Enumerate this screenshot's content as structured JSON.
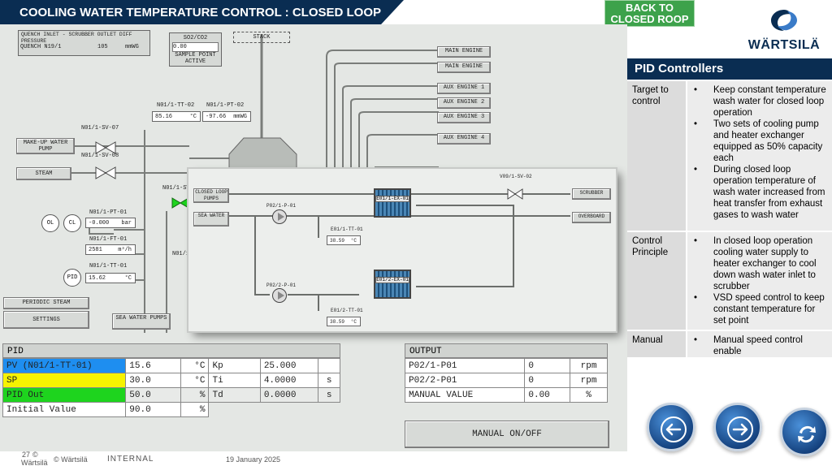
{
  "header": {
    "title": "COOLING WATER TEMPERATURE CONTROL : CLOSED LOOP",
    "back_label": "BACK TO CLOSED ROOP",
    "logo": "WÄRTSILÄ"
  },
  "hmi": {
    "quench_title": "QUENCH INLET - SCRUBBER OUTLET DIFF PRESSURE",
    "quench_tag": "QUENCH N19/1",
    "quench_value": "105",
    "quench_unit": "mmWG",
    "so2_label": "SO2/CO2",
    "so2_value": "0.00",
    "sample_point": "SAMPLE POINT ACTIVE",
    "stack": "STACK",
    "main_engine_1": "MAIN ENGINE",
    "main_engine_2": "MAIN ENGINE",
    "aux_engine_1": "AUX ENGINE 1",
    "aux_engine_2": "AUX ENGINE 2",
    "aux_engine_3": "AUX ENGINE 3",
    "aux_engine_4": "AUX ENGINE 4",
    "tt02_tag": "N01/1-TT-02",
    "tt02_value": "85.16",
    "tt02_unit": "°C",
    "pt02_tag": "N01/1-PT-02",
    "pt02_value": "-97.66",
    "pt02_unit": "mmWG",
    "sv07": "N01/1-SV-07",
    "sv08": "N01/1-SV-08",
    "makeup_pump": "MAKE-UP WATER PUMP",
    "steam": "STEAM",
    "sv_short": "N01/1-SV",
    "ol": "OL",
    "cl": "CL",
    "pt01_tag": "N01/1-PT-01",
    "pt01_value": "-0.000",
    "pt01_unit": "bar",
    "ft01_tag": "N01/1-FT-01",
    "ft01_value": "2581",
    "ft01_unit": "m³/h",
    "tt01_tag": "N01/1-TT-01",
    "tt01_value": "15.62",
    "tt01_unit": "°C",
    "pid_btn": "PID",
    "n01": "N01/1",
    "periodic_steam": "PERIODIC STEAM",
    "settings": "SETTINGS",
    "sea_water_pumps": "SEA WATER PUMPS"
  },
  "popup": {
    "closed_loop_pumps": "CLOSED LOOP PUMPS",
    "sea_water": "SEA WATER",
    "p01": "P02/1-P-01",
    "p02": "P02/2-P-01",
    "ex1": "E01/1-EX-01",
    "ex2": "E01/2-EX-01",
    "tt1_tag": "E01/1-TT-01",
    "tt1_value": "38.59",
    "tt1_unit": "°C",
    "tt2_tag": "E01/2-TT-01",
    "tt2_value": "38.59",
    "tt2_unit": "°C",
    "sv02": "V09/1-SV-02",
    "scrubber": "SCRUBBER",
    "overboard": "OVERBOARD"
  },
  "pid": {
    "title": "PID",
    "pv_label": "PV (N01/1-TT-01)",
    "pv_value": "15.6",
    "pv_unit": "°C",
    "sp_label": "SP",
    "sp_value": "30.0",
    "sp_unit": "°C",
    "out_label": "PID Out",
    "out_value": "50.0",
    "out_unit": "%",
    "init_label": "Initial Value",
    "init_value": "90.0",
    "init_unit": "%",
    "kp_label": "Kp",
    "kp_value": "25.000",
    "ti_label": "Ti",
    "ti_value": "4.0000",
    "ti_unit": "s",
    "td_label": "Td",
    "td_value": "0.0000",
    "td_unit": "s",
    "colors": {
      "pv": "#1e8ef0",
      "sp": "#f7f300",
      "out": "#1ed41e"
    }
  },
  "output": {
    "title": "OUTPUT",
    "p1_label": "P02/1-P01",
    "p1_value": "0",
    "p1_unit": "rpm",
    "p2_label": "P02/2-P01",
    "p2_value": "0",
    "p2_unit": "rpm",
    "manual_label": "MANUAL VALUE",
    "manual_value": "0.00",
    "manual_unit": "%",
    "manual_btn": "MANUAL ON/OFF"
  },
  "info": {
    "title": "PID Controllers",
    "rows": [
      {
        "key": "Target to control",
        "bullets": [
          "Keep constant temperature wash water for closed loop operation",
          "Two sets of cooling pump and heater exchanger equipped as 50% capacity each",
          "During closed loop operation temperature of wash water increased from heat transfer from exhaust gases to wash water"
        ]
      },
      {
        "key": "Control Principle",
        "bullets": [
          "In closed loop operation cooling water supply to heater exchanger to cool down wash water inlet to scrubber",
          "VSD speed control to keep constant temperature for set point"
        ]
      },
      {
        "key": "Manual",
        "bullets": [
          "Manual speed control enable"
        ]
      }
    ]
  },
  "nav": {
    "prev": "arrow-left-icon",
    "next": "arrow-right-icon",
    "refresh": "refresh-icon"
  },
  "footer": {
    "page": "27",
    "copyright_symbol": "©",
    "company": "Wärtsilä",
    "copyright": "© Wärtsilä",
    "classification": "INTERNAL",
    "date": "19 January 2025"
  }
}
